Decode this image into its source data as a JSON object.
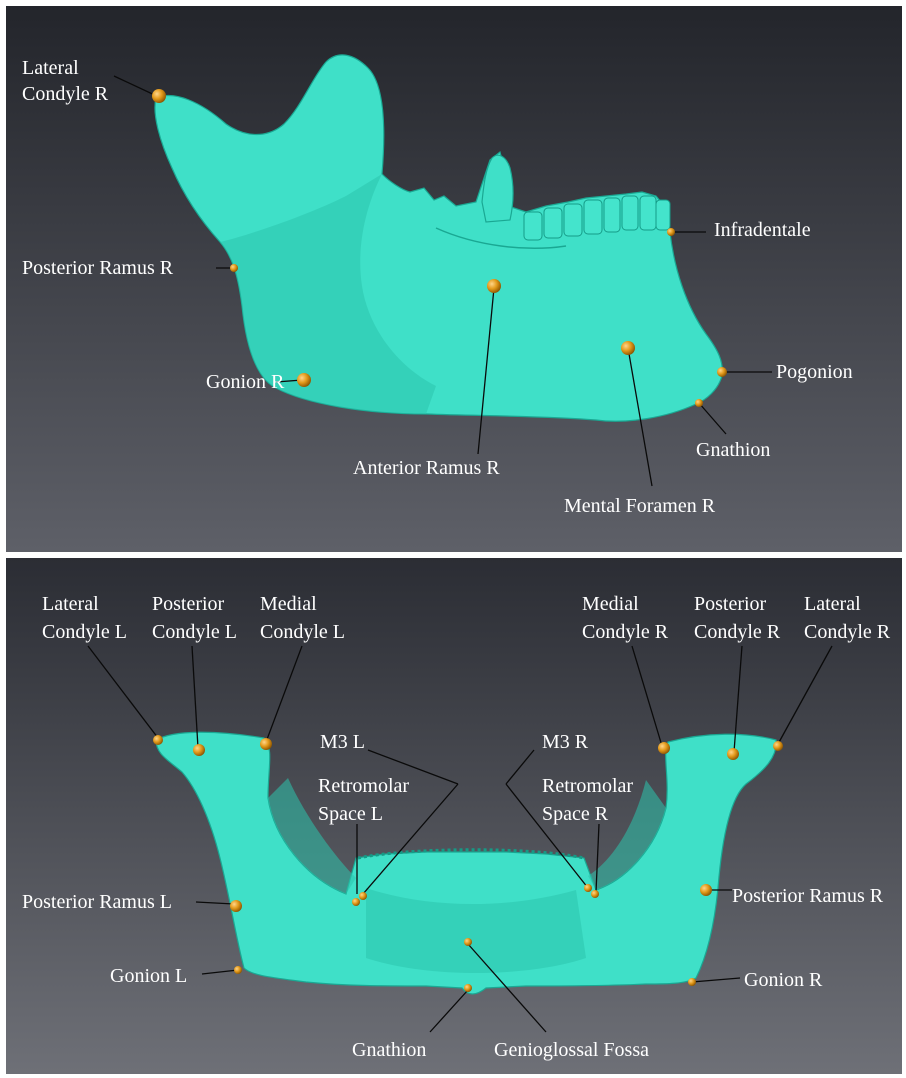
{
  "top_panel": {
    "labels": {
      "lateral_condyle_r": [
        "Lateral",
        "Condyle R"
      ],
      "posterior_ramus_r": "Posterior Ramus R",
      "gonion_r": "Gonion R",
      "anterior_ramus_r": "Anterior Ramus R",
      "mental_foramen_r": "Mental Foramen R",
      "infradentale": "Infradentale",
      "pogonion": "Pogonion",
      "gnathion": "Gnathion"
    }
  },
  "bottom_panel": {
    "labels": {
      "lateral_condyle_l": [
        "Lateral",
        "Condyle L"
      ],
      "posterior_condyle_l": [
        "Posterior",
        "Condyle L"
      ],
      "medial_condyle_l": [
        "Medial",
        "Condyle L"
      ],
      "m3_l": "M3 L",
      "retromolar_space_l": [
        "Retromolar",
        "Space L"
      ],
      "m3_r": "M3 R",
      "retromolar_space_r": [
        "Retromolar",
        "Space R"
      ],
      "medial_condyle_r": [
        "Medial",
        "Condyle R"
      ],
      "posterior_condyle_r": [
        "Posterior",
        "Condyle R"
      ],
      "lateral_condyle_r": [
        "Lateral",
        "Condyle R"
      ],
      "posterior_ramus_l": "Posterior Ramus L",
      "posterior_ramus_r": "Posterior Ramus R",
      "gonion_l": "Gonion L",
      "gonion_r": "Gonion R",
      "gnathion": "Gnathion",
      "genioglossal_fossa": "Genioglossal Fossa"
    }
  },
  "colors": {
    "background_top": "#2a2c33",
    "background_bottom": "#6e7077",
    "bone": "#3fe0c8",
    "landmark": "#e39a1b",
    "label_text": "#ffffff",
    "leader_line": "#0a0a0a"
  }
}
